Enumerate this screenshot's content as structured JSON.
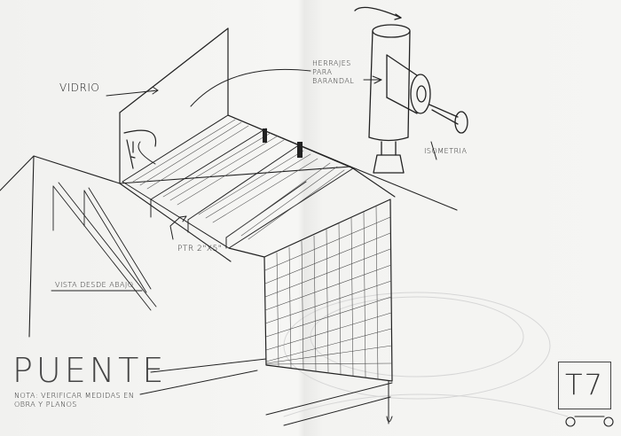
{
  "sketch": {
    "label_vidrio": "VIDRIO",
    "label_herrajes": "HERRAJES PARA BARANDAL",
    "label_isometria": "ISOMETRIA",
    "label_ptr": "PTR 2\"x5\"",
    "label_vista": "VISTA DESDE ABAJO",
    "title": "PUENTE",
    "note": "NOTA: VERIFICAR MEDIDAS EN OBRA Y PLANOS",
    "stamp": "T7"
  },
  "colors": {
    "ink": "#222222",
    "paper": "#f2f2f0"
  }
}
